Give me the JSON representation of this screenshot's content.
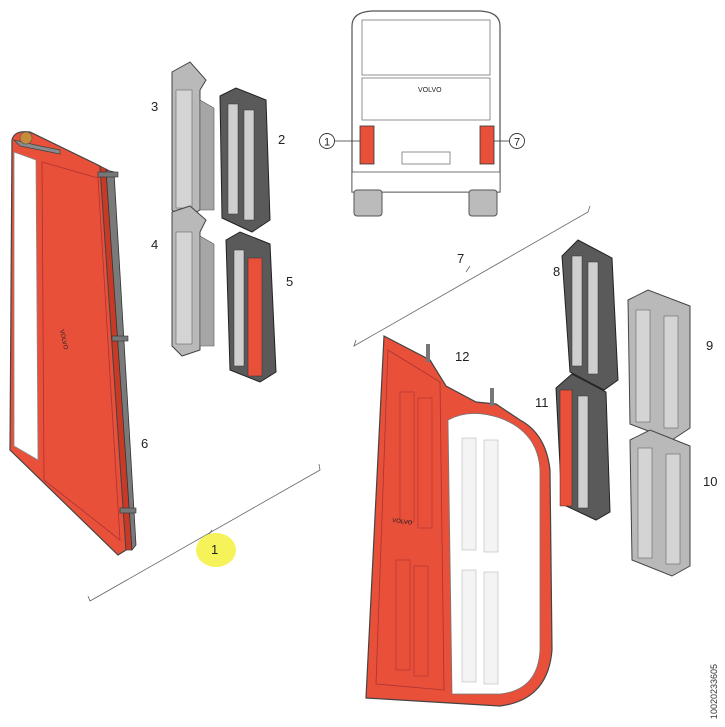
{
  "callouts": {
    "c1": "1",
    "c2": "2",
    "c3": "3",
    "c4": "4",
    "c5": "5",
    "c6": "6",
    "c7": "7",
    "c8": "8",
    "c9": "9",
    "c10": "10",
    "c11": "11",
    "c12": "12"
  },
  "bus": {
    "left_callout": "1",
    "right_callout": "7",
    "brand": "VOLVO"
  },
  "lamp_brand": "VOLVO",
  "doc_id": "10020233605",
  "colors": {
    "lamp_red": "#e8503a",
    "lamp_red_dark": "#c83a26",
    "connector_grey": "#b9b9b9",
    "connector_dark": "#5a5a5a",
    "highlight_yellow": "#f6f35a"
  }
}
